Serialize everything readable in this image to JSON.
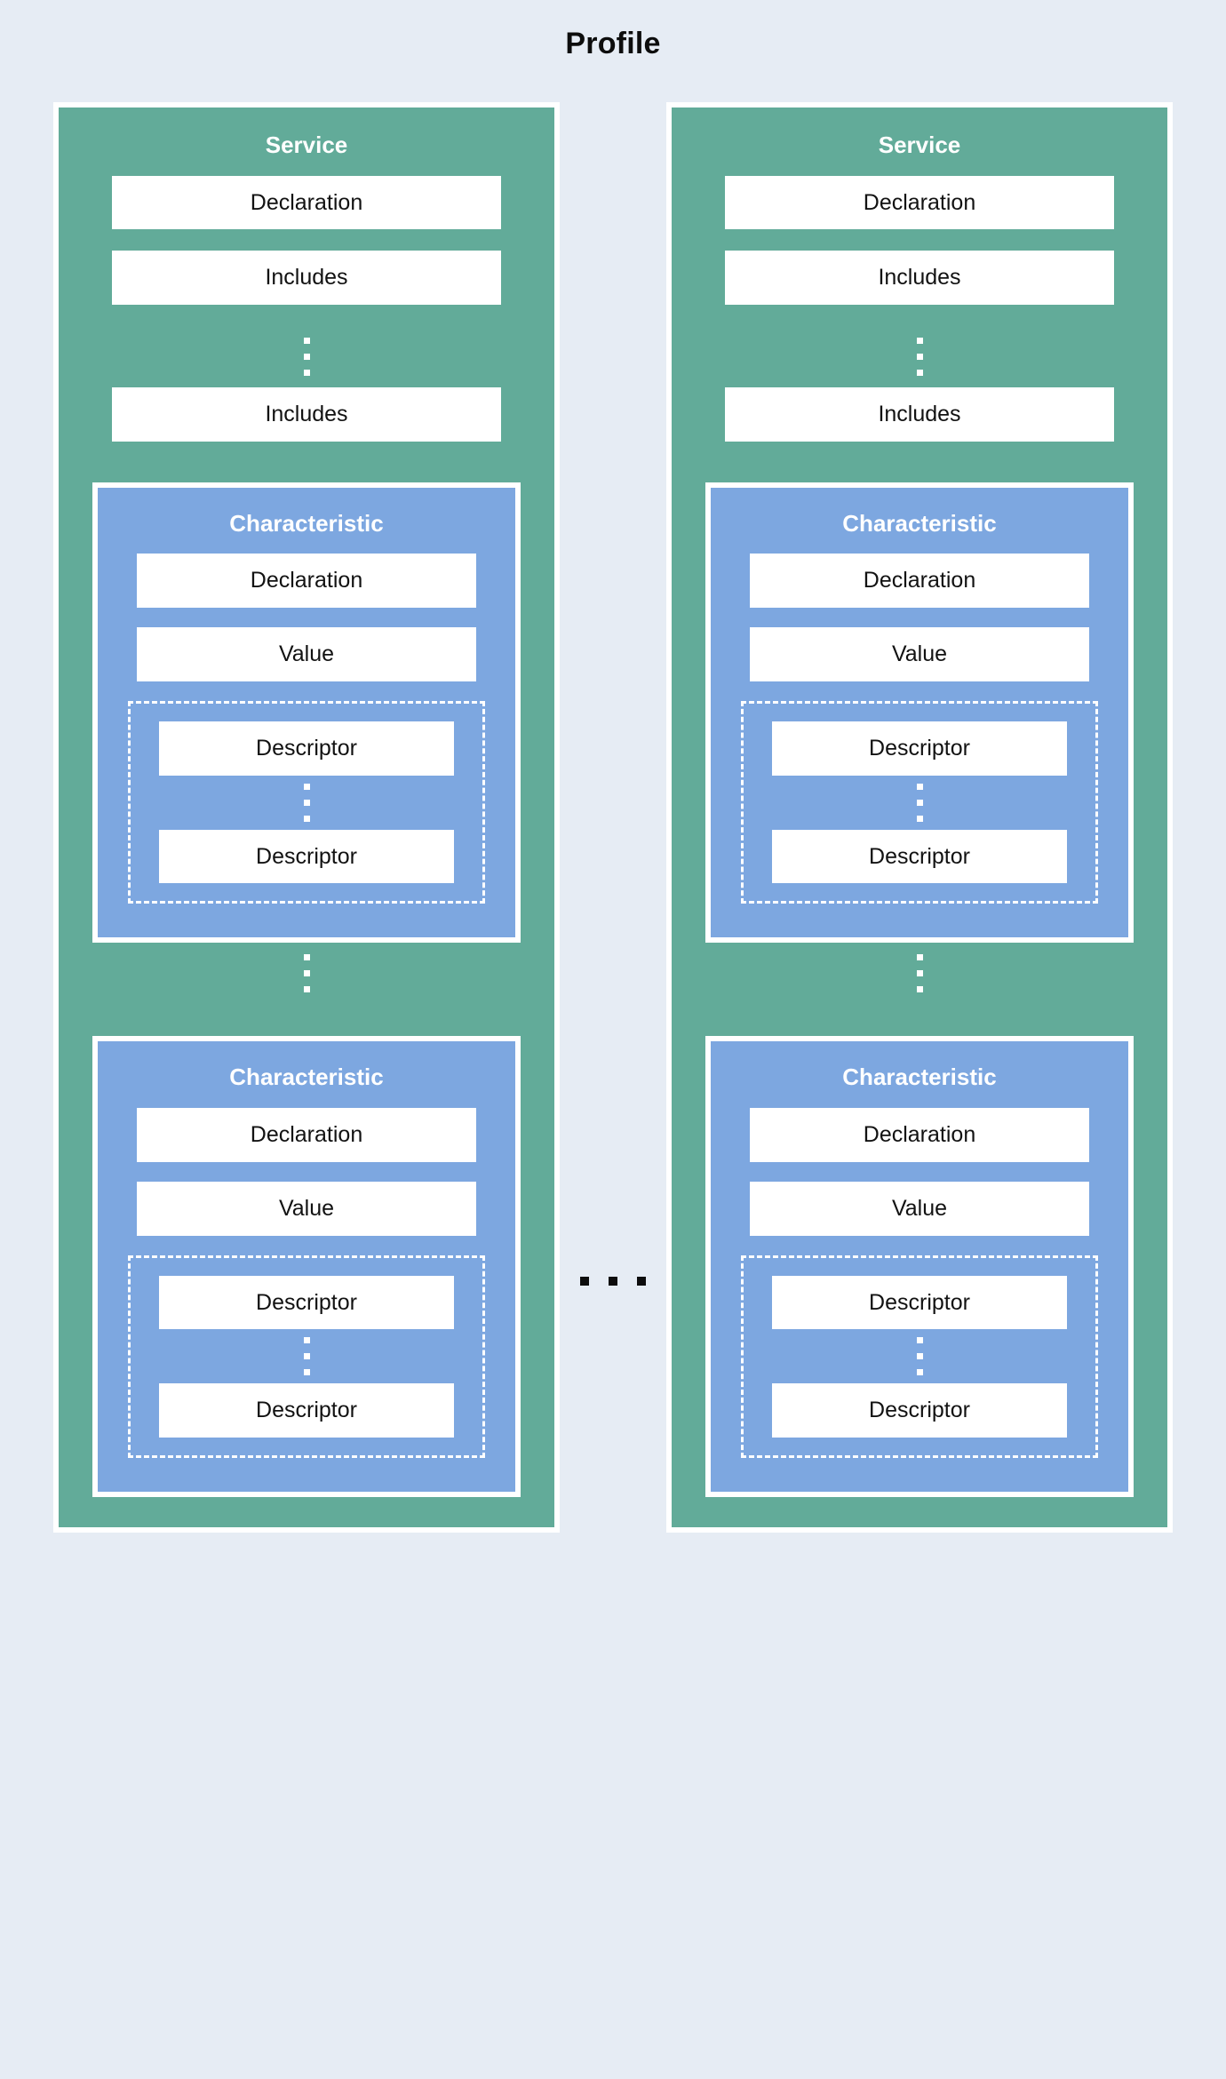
{
  "diagram": {
    "title": "Profile",
    "background_color": "#e6ecf4",
    "service_color": "#62ab99",
    "characteristic_color": "#7da7e0",
    "box_color": "#ffffff",
    "title_color": "#0d0d0d",
    "columns_ellipsis": "...",
    "services": [
      {
        "label": "Service",
        "items": [
          {
            "label": "Declaration"
          },
          {
            "label": "Includes"
          },
          {
            "label": "Includes"
          }
        ],
        "characteristics": [
          {
            "label": "Characteristic",
            "items": [
              {
                "label": "Declaration"
              },
              {
                "label": "Value"
              }
            ],
            "descriptors": [
              {
                "label": "Descriptor"
              },
              {
                "label": "Descriptor"
              }
            ]
          },
          {
            "label": "Characteristic",
            "items": [
              {
                "label": "Declaration"
              },
              {
                "label": "Value"
              }
            ],
            "descriptors": [
              {
                "label": "Descriptor"
              },
              {
                "label": "Descriptor"
              }
            ]
          }
        ]
      },
      {
        "label": "Service",
        "items": [
          {
            "label": "Declaration"
          },
          {
            "label": "Includes"
          },
          {
            "label": "Includes"
          }
        ],
        "characteristics": [
          {
            "label": "Characteristic",
            "items": [
              {
                "label": "Declaration"
              },
              {
                "label": "Value"
              }
            ],
            "descriptors": [
              {
                "label": "Descriptor"
              },
              {
                "label": "Descriptor"
              }
            ]
          },
          {
            "label": "Characteristic",
            "items": [
              {
                "label": "Declaration"
              },
              {
                "label": "Value"
              }
            ],
            "descriptors": [
              {
                "label": "Descriptor"
              },
              {
                "label": "Descriptor"
              }
            ]
          }
        ]
      }
    ]
  }
}
